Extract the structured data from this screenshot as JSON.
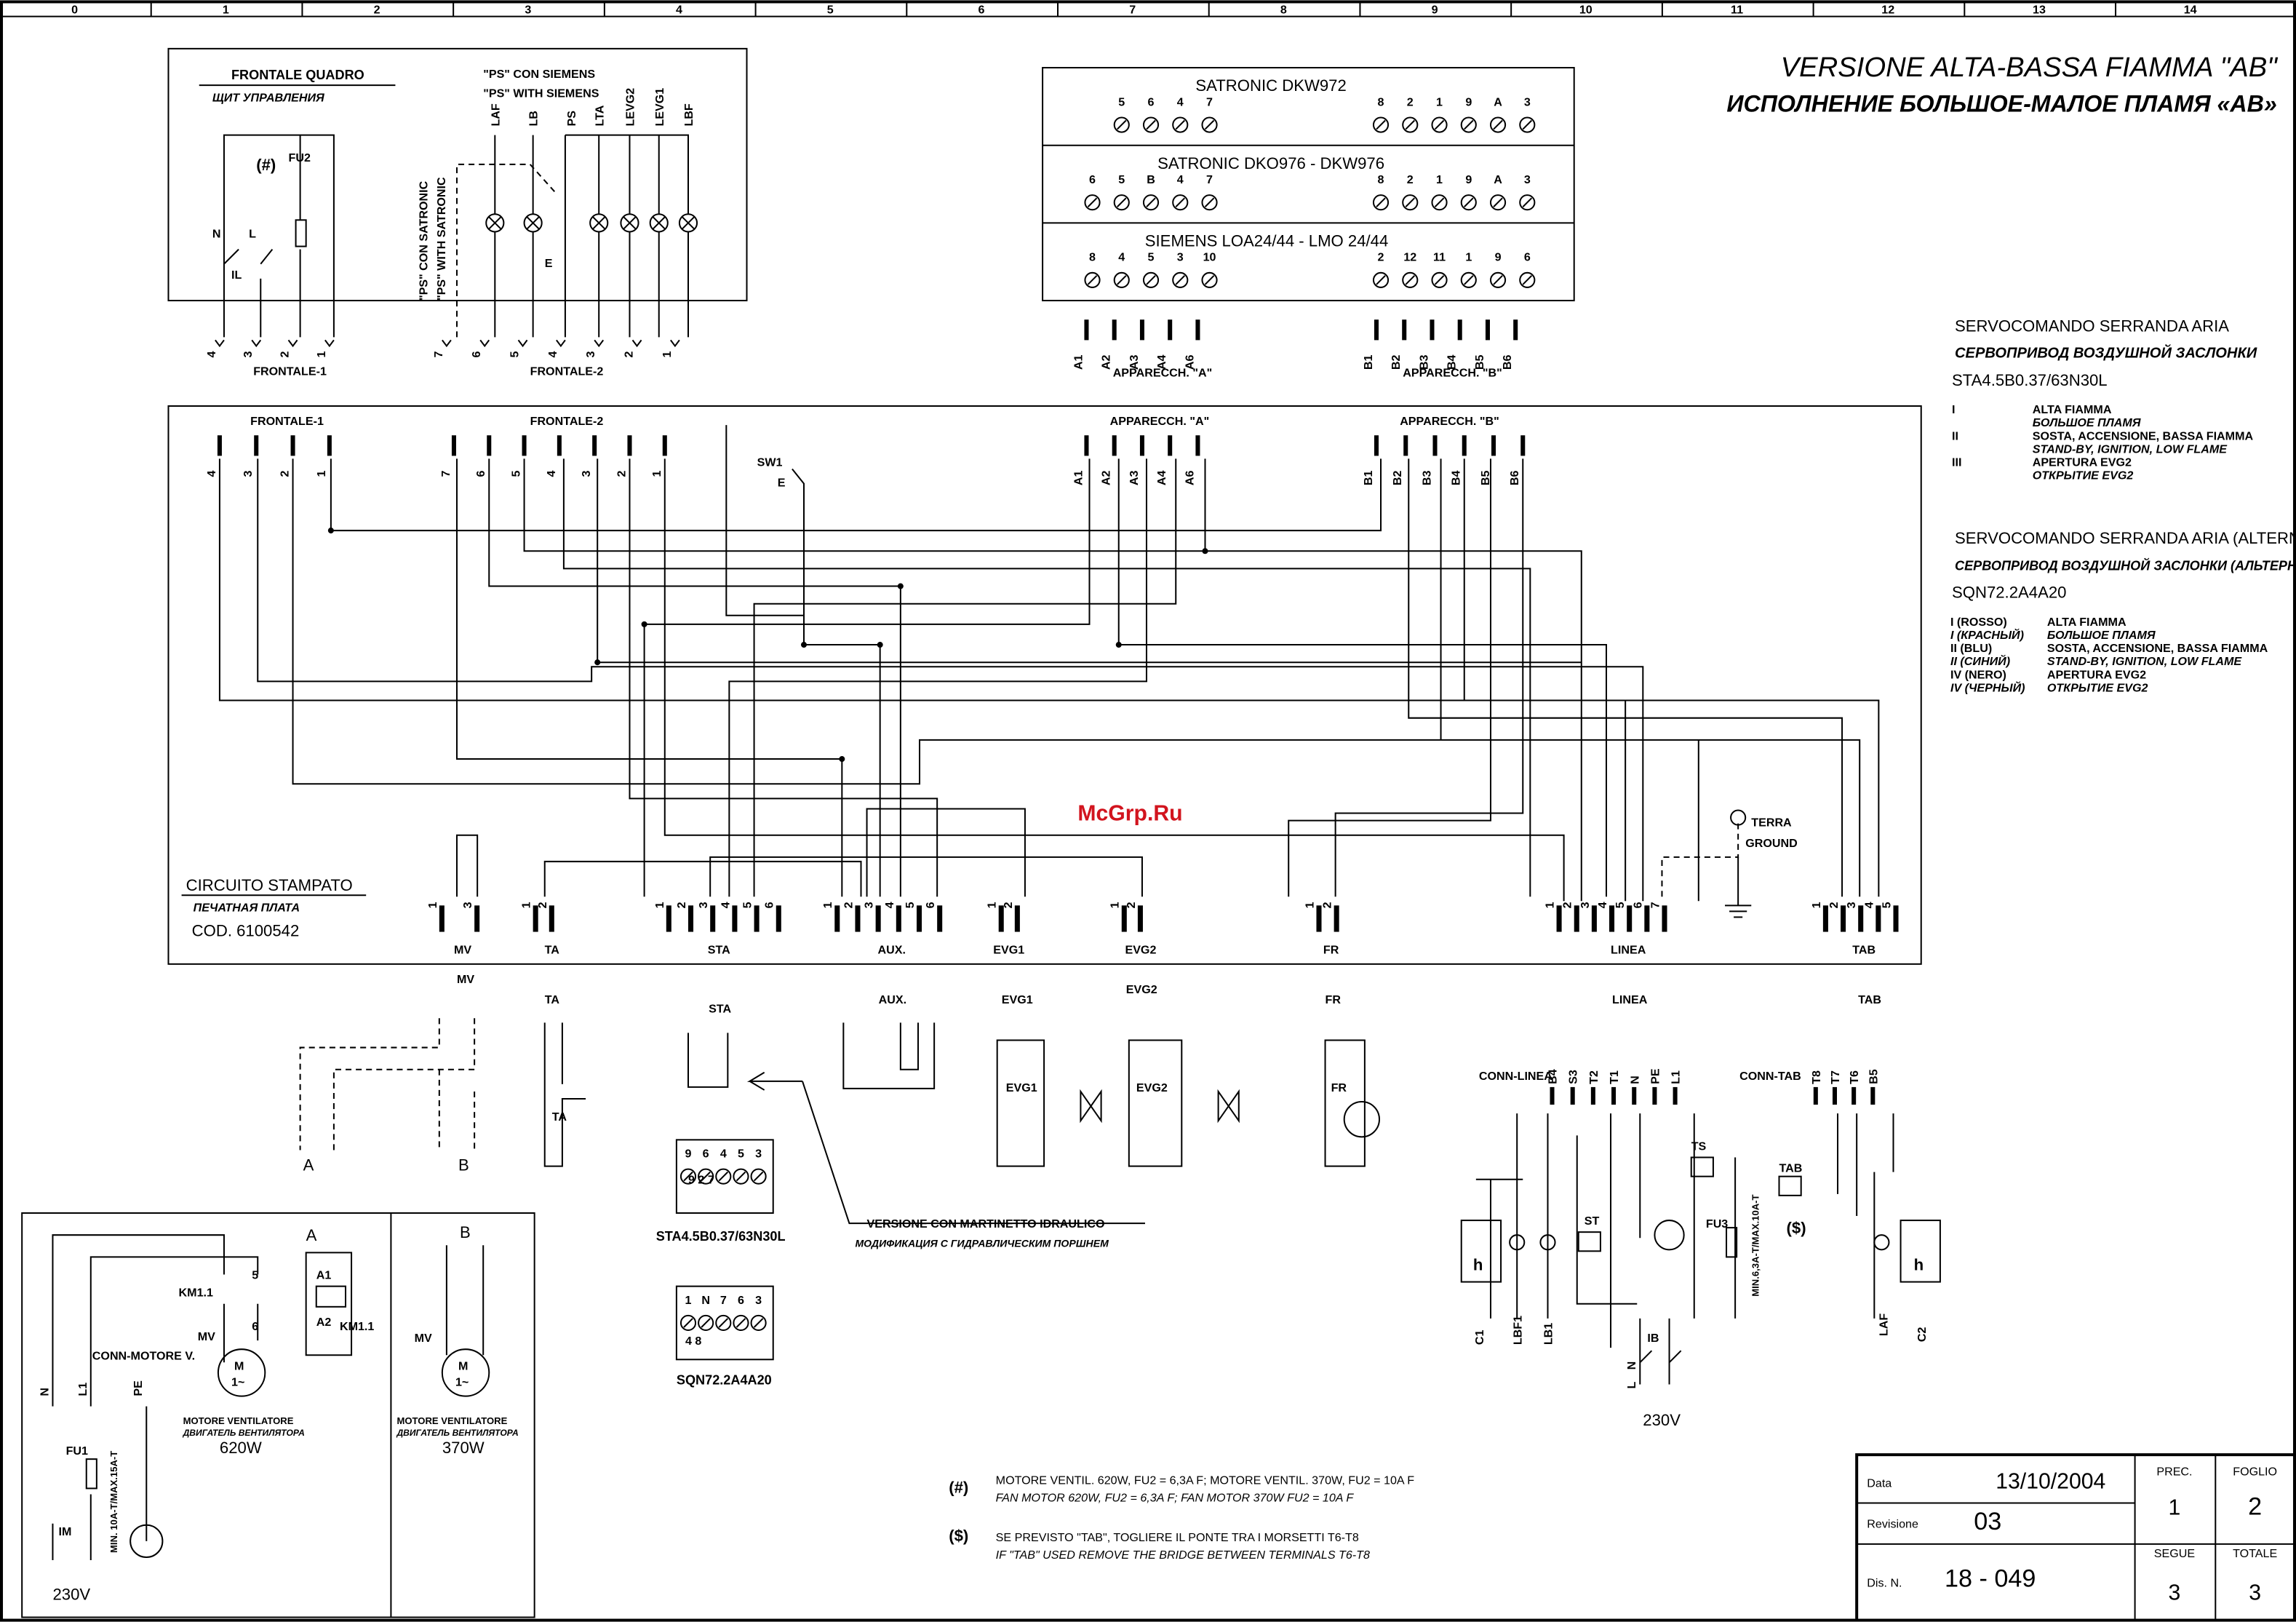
{
  "ruler": [
    "0",
    "1",
    "2",
    "3",
    "4",
    "5",
    "6",
    "7",
    "8",
    "9",
    "10",
    "11",
    "12",
    "13",
    "14"
  ],
  "title": {
    "it": "VERSIONE ALTA-BASSA FIAMMA \"AB\"",
    "ru": "ИСПОЛНЕНИЕ БОЛЬШОЕ-МАЛОЕ ПЛАМЯ «AB»"
  },
  "frontale_quadro": {
    "title": "FRONTALE QUADRO",
    "title_ru": "ЩИТ УПРАВЛЕНИЯ",
    "fu2": "(#)",
    "fu2_label": "FU2",
    "n": "N",
    "l": "L",
    "il": "IL",
    "e": "E",
    "ps_siemens": "\"PS\" CON SIEMENS",
    "ps_siemens_en": "\"PS\" WITH SIEMENS",
    "ps_satronic": "\"PS\" CON SATRONIC",
    "ps_satronic_en": "\"PS\" WITH SATRONIC",
    "lamps": [
      "LAF",
      "LB",
      "PS",
      "LTA",
      "LEVG2",
      "LEVG1",
      "LBF"
    ],
    "frontale1": {
      "label": "FRONTALE-1",
      "pins": [
        "4",
        "3",
        "2",
        "1"
      ]
    },
    "frontale2": {
      "label": "FRONTALE-2",
      "pins": [
        "7",
        "6",
        "5",
        "4",
        "3",
        "2",
        "1"
      ]
    }
  },
  "controllers": [
    {
      "name": "SATRONIC DKW972",
      "pins_a": [
        "5",
        "6",
        "4",
        "7"
      ],
      "pins_b": [
        "8",
        "2",
        "1",
        "9",
        "A",
        "3"
      ]
    },
    {
      "name": "SATRONIC DKO976 - DKW976",
      "pins_a": [
        "6",
        "5",
        "B",
        "4",
        "7"
      ],
      "pins_b": [
        "8",
        "2",
        "1",
        "9",
        "A",
        "3"
      ]
    },
    {
      "name": "SIEMENS LOA24/44 - LMO 24/44",
      "pins_a": [
        "8",
        "4",
        "5",
        "3",
        "10"
      ],
      "pins_b": [
        "2",
        "12",
        "11",
        "1",
        "9",
        "6"
      ]
    }
  ],
  "apparecch_a": {
    "label": "APPARECCH. \"A\"",
    "pins": [
      "A1",
      "A2",
      "A3",
      "A4",
      "A6"
    ]
  },
  "apparecch_b": {
    "label": "APPARECCH. \"B\"",
    "pins": [
      "B1",
      "B2",
      "B3",
      "B4",
      "B5",
      "B6"
    ]
  },
  "servo": {
    "title": "SERVOCOMANDO SERRANDA ARIA",
    "title_ru": "СЕРВОПРИВОД ВОЗДУШНОЙ ЗАСЛОНКИ",
    "model": "STA4.5B0.37/63N30L",
    "rows": [
      {
        "pos": "I",
        "it": "ALTA FIAMMA",
        "ru": "БОЛЬШОЕ ПЛАМЯ"
      },
      {
        "pos": "II",
        "it": "SOSTA, ACCENSIONE, BASSA FIAMMA",
        "ru": "STAND-BY, IGNITION, LOW FLAME"
      },
      {
        "pos": "III",
        "it": "APERTURA EVG2",
        "ru": "ОТКРЫТИЕ EVG2"
      }
    ],
    "alt_title": "SERVOCOMANDO SERRANDA ARIA (ALTERNATIVO)",
    "alt_title_ru": "СЕРВОПРИВОД ВОЗДУШНОЙ ЗАСЛОНКИ (АЛЬТЕРНАТИВНЫЙ)",
    "alt_model": "SQN72.2A4A20",
    "alt_rows": [
      {
        "pos": "I (ROSSO)",
        "pos_ru": "I (КРАСНЫЙ)",
        "it": "ALTA FIAMMA",
        "ru": "БОЛЬШОЕ ПЛАМЯ"
      },
      {
        "pos": "II (BLU)",
        "pos_ru": "II (СИНИЙ)",
        "it": "SOSTA, ACCENSIONE, BASSA FIAMMA",
        "ru": "STAND-BY, IGNITION, LOW FLAME"
      },
      {
        "pos": "IV (NERO)",
        "pos_ru": "IV (ЧЕРНЫЙ)",
        "it": "APERTURA EVG2",
        "ru": "ОТКРЫТИЕ EVG2"
      }
    ]
  },
  "circuit": {
    "title": "CIRCUITO STAMPATO",
    "title_ru": "ПЕЧАТНАЯ ПЛАТА",
    "code": "COD. 6100542",
    "sw1": "SW1",
    "e": "E",
    "terra": "TERRA",
    "ground": "GROUND",
    "top_frontale1": "FRONTALE-1",
    "top_frontale2": "FRONTALE-2",
    "top_app_a": "APPARECCH. \"A\"",
    "top_app_b": "APPARECCH. \"B\"",
    "connectors": [
      {
        "label": "MV",
        "pins": [
          "1",
          "3"
        ]
      },
      {
        "label": "TA",
        "pins": [
          "1",
          "2"
        ]
      },
      {
        "label": "STA",
        "pins": [
          "1",
          "2",
          "3",
          "4",
          "5",
          "6"
        ]
      },
      {
        "label": "AUX.",
        "pins": [
          "1",
          "2",
          "3",
          "4",
          "5",
          "6"
        ]
      },
      {
        "label": "EVG1",
        "pins": [
          "1",
          "2"
        ]
      },
      {
        "label": "EVG2",
        "pins": [
          "1",
          "2"
        ]
      },
      {
        "label": "FR",
        "pins": [
          "1",
          "2"
        ]
      },
      {
        "label": "LINEA",
        "pins": [
          "1",
          "2",
          "3",
          "4",
          "5",
          "6",
          "7"
        ]
      },
      {
        "label": "TAB",
        "pins": [
          "1",
          "2",
          "3",
          "4",
          "5"
        ]
      }
    ]
  },
  "watermark": "McGrp.Ru",
  "details": {
    "mv": "MV",
    "a": "A",
    "b": "B",
    "ta": "TA",
    "sta": "STA",
    "aux": "AUX.",
    "evg1": "EVG1",
    "evg2": "EVG2",
    "fr": "FR",
    "linea": "LINEA",
    "tab": "TAB",
    "conn_linea": "CONN-LINEA",
    "conn_tab": "CONN-TAB",
    "linea_terms": [
      "B4",
      "S3",
      "T2",
      "T1",
      "N",
      "PE",
      "L1"
    ],
    "tab_terms": [
      "T8",
      "T7",
      "T6",
      "B5"
    ],
    "ts": "TS",
    "st": "ST",
    "fu3": "FU3",
    "fu3_rating": "MIN.6,3A-T/MAX.10A-T",
    "tab_dollar": "($)",
    "h": "h",
    "bottom_labels": [
      "C1",
      "LBF1",
      "LB1",
      "IB",
      "LAF",
      "C2"
    ],
    "n": "N",
    "l": "L",
    "v230": "230V",
    "sta_model": "STA4.5B0.37/63N30L",
    "sta_terms": [
      "9",
      "6",
      "4",
      "5",
      "3"
    ],
    "sta_terms2": "9 2 7",
    "sqn_model": "SQN72.2A4A20",
    "sqn_terms": [
      "1",
      "N",
      "7",
      "6",
      "3"
    ],
    "sqn_terms2": "4 8",
    "hydraulic": "VERSIONE CON MARTINETTO IDRAULICO",
    "hydraulic_ru": "МОДИФИКАЦИЯ С ГИДРАВЛИЧЕСКИМ ПОРШНЕМ"
  },
  "motor": {
    "a": "A",
    "b": "B",
    "km": "KM1.1",
    "a1": "A1",
    "a2": "A2",
    "km2": "KM1.1",
    "mv": "MV",
    "p5": "5",
    "p6": "6",
    "conn": "CONN-MOTORE V.",
    "n": "N",
    "l1": "L1",
    "pe": "PE",
    "fu1": "FU1",
    "fu1_rating": "MIN. 10A-T/MAX.15A-T",
    "im": "IM",
    "v230": "230V",
    "m": "M",
    "phase": "1~",
    "label": "MOTORE VENTILATORE",
    "label_ru": "ДВИГАТЕЛЬ ВЕНТИЛЯТОРА",
    "power_a": "620W",
    "power_b": "370W"
  },
  "notes": [
    {
      "sym": "(#)",
      "it": "MOTORE VENTIL. 620W, FU2 = 6,3A F; MOTORE VENTIL. 370W, FU2 = 10A F",
      "en": "FAN MOTOR 620W, FU2 = 6,3A F; FAN MOTOR 370W FU2 = 10A F"
    },
    {
      "sym": "($)",
      "it": "SE PREVISTO \"TAB\", TOGLIERE IL PONTE TRA I MORSETTI T6-T8",
      "en": "IF \"TAB\" USED REMOVE THE BRIDGE BETWEEN TERMINALS T6-T8"
    }
  ],
  "title_block": {
    "data_label": "Data",
    "data": "13/10/2004",
    "rev_label": "Revisione",
    "rev": "03",
    "dis_label": "Dis. N.",
    "dis": "18 - 049",
    "prec_label": "PREC.",
    "prec": "1",
    "foglio_label": "FOGLIO",
    "foglio": "2",
    "segue_label": "SEGUE",
    "segue": "3",
    "totale_label": "TOTALE",
    "totale": "3"
  }
}
